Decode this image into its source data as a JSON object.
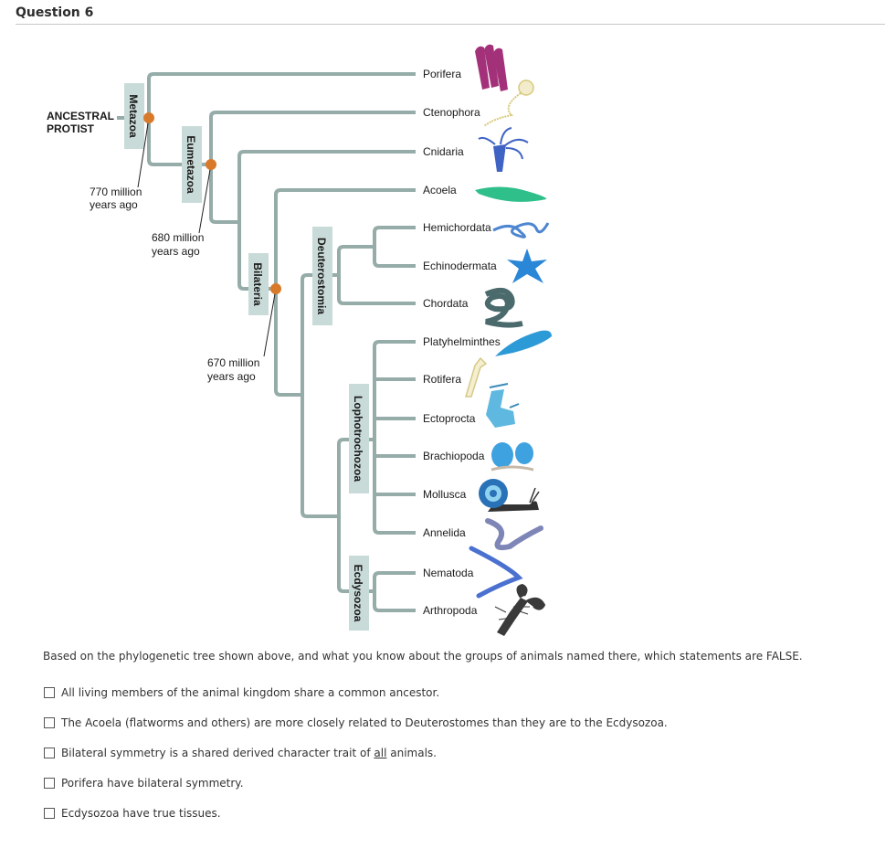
{
  "question": {
    "title": "Question 6",
    "prompt": "Based on the phylogenetic tree shown above, and what you know about the groups of animals named there, which statements are FALSE.",
    "options": [
      {
        "pre": "All living members of the animal kingdom share a common ancestor.",
        "ul": "",
        "post": "",
        "checked": false
      },
      {
        "pre": "The Acoela (flatworms and others) are more closely related to Deuterostomes than they are to the Ecdysozoa.",
        "ul": "",
        "post": "",
        "checked": false
      },
      {
        "pre": "Bilateral symmetry is a shared derived character trait of ",
        "ul": "all",
        "post": " animals.",
        "checked": false
      },
      {
        "pre": "Porifera have bilateral symmetry.",
        "ul": "",
        "post": "",
        "checked": false
      },
      {
        "pre": "Ecdysozoa have true tissues.",
        "ul": "",
        "post": "",
        "checked": false
      }
    ]
  },
  "tree": {
    "root_label_line1": "ANCESTRAL",
    "root_label_line2": "PROTIST",
    "clades": {
      "metazoa": "Metazoa",
      "eumetazoa": "Eumetazoa",
      "bilateria": "Bilateria",
      "deuterostomia": "Deuterostomia",
      "lophotrochozoa": "Lophotrochozoa",
      "ecdysozoa": "Ecdysozoa"
    },
    "times": {
      "metazoa": {
        "line1": "770 million",
        "line2": "years ago"
      },
      "eumetazoa": {
        "line1": "680 million",
        "line2": "years ago"
      },
      "bilateria": {
        "line1": "670 million",
        "line2": "years ago"
      }
    },
    "taxa": [
      {
        "name": "Porifera",
        "icon": "sponge-icon",
        "color": "#a3317a"
      },
      {
        "name": "Ctenophora",
        "icon": "comb-jelly-icon",
        "color": "#d8c97a"
      },
      {
        "name": "Cnidaria",
        "icon": "hydra-icon",
        "color": "#3f63c4"
      },
      {
        "name": "Acoela",
        "icon": "acoel-worm-icon",
        "color": "#2fbf8a"
      },
      {
        "name": "Hemichordata",
        "icon": "acorn-worm-icon",
        "color": "#4d86d0"
      },
      {
        "name": "Echinodermata",
        "icon": "starfish-icon",
        "color": "#2a86d6"
      },
      {
        "name": "Chordata",
        "icon": "lamprey-icon",
        "color": "#4a6a6c"
      },
      {
        "name": "Platyhelminthes",
        "icon": "flatworm-icon",
        "color": "#2d9ad8"
      },
      {
        "name": "Rotifera",
        "icon": "rotifer-icon",
        "color": "#d6c98a"
      },
      {
        "name": "Ectoprocta",
        "icon": "bryozoan-icon",
        "color": "#5fb8e0"
      },
      {
        "name": "Brachiopoda",
        "icon": "brachiopod-icon",
        "color": "#3fa2e0"
      },
      {
        "name": "Mollusca",
        "icon": "snail-icon",
        "color": "#2a72b8"
      },
      {
        "name": "Annelida",
        "icon": "earthworm-icon",
        "color": "#7e86b8"
      },
      {
        "name": "Nematoda",
        "icon": "roundworm-icon",
        "color": "#4a70d0"
      },
      {
        "name": "Arthropoda",
        "icon": "lobster-icon",
        "color": "#3a3a3a"
      }
    ],
    "colors": {
      "branch": "#95aca8",
      "clade_box": "#c9dbd8",
      "node": "#d97a2b"
    }
  }
}
